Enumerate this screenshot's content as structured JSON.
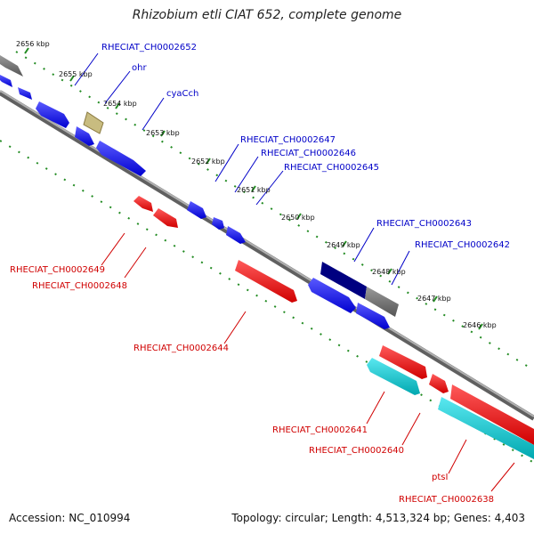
{
  "title": "Rhizobium etli CIAT 652, complete genome",
  "footer": {
    "accession": "Accession: NC_010994",
    "summary": "Topology: circular; Length: 4,513,324 bp; Genes: 4,403"
  },
  "colors": {
    "backbone": "#8c8c8c",
    "forward_gene": "#0000ff",
    "reverse_gene": "#ff0000",
    "trna": "#b0a060",
    "pseudo_gene": "#707070",
    "operon_dark": "#000080",
    "rrna_cyan": "#00c8d0",
    "tick_green": "#228b22",
    "forward_label": "#0000c8",
    "reverse_label": "#d00000"
  },
  "tick_labels": [
    "2656 kbp",
    "2655 kbp",
    "2654 kbp",
    "2653 kbp",
    "2652 kbp",
    "2651 kbp",
    "2650 kbp",
    "2649 kbp",
    "2648 kbp",
    "2647 kbp",
    "2646 kbp"
  ],
  "forward_labels": [
    "RHECIAT_CH0002652",
    "ohr",
    "cyaCch",
    "RHECIAT_CH0002647",
    "RHECIAT_CH0002646",
    "RHECIAT_CH0002645",
    "RHECIAT_CH0002643",
    "RHECIAT_CH0002642"
  ],
  "reverse_labels": [
    "RHECIAT_CH0002649",
    "RHECIAT_CH0002648",
    "RHECIAT_CH0002644",
    "RHECIAT_CH0002641",
    "RHECIAT_CH0002640",
    "ptsI",
    "RHECIAT_CH0002638"
  ]
}
